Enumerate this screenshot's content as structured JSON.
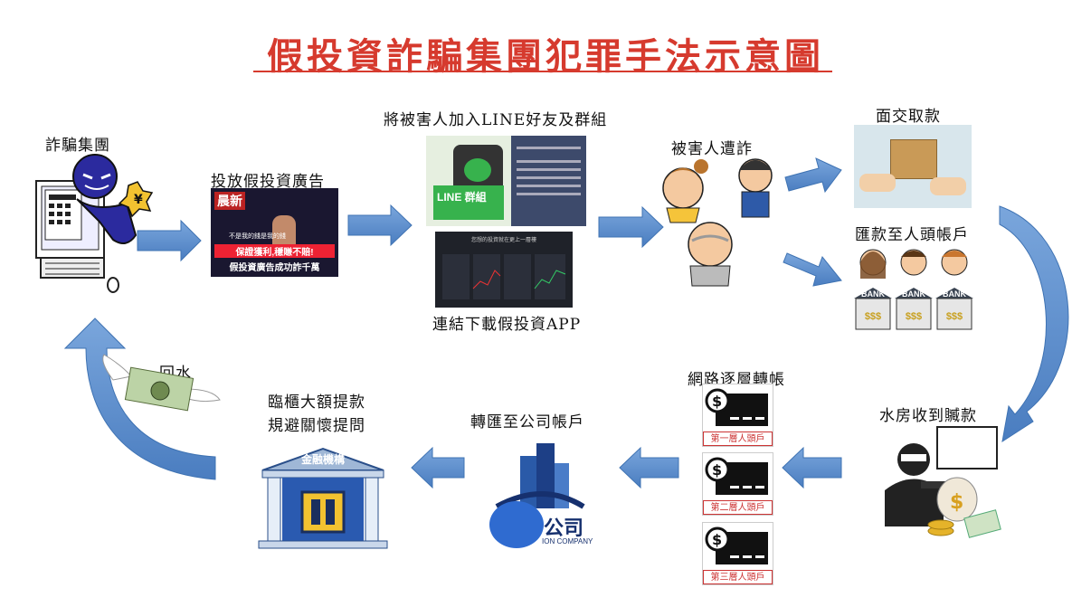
{
  "title": "假投資詐騙集團犯罪手法示意圖",
  "nodes": {
    "gang": "詐騙集團",
    "fake_ad": "投放假投資廣告",
    "add_line": "將被害人加入LINE好友及群組",
    "download_app": "連結下載假投資APP",
    "victims": "被害人遭詐",
    "cash_handover": "面交取款",
    "mule_account": "匯款至人頭帳戶",
    "water_house": "水房收到贓款",
    "layered_transfer": "網路逐層轉帳",
    "company_transfer": "轉匯至公司帳戶",
    "counter_withdraw_1": "臨櫃大額提款",
    "counter_withdraw_2": "規避關懷提問",
    "money_return": "回水"
  },
  "ad_image": {
    "brand": "晨新",
    "headline_1": "保證獲利,穩賺不賠!",
    "headline_2": "假投資廣告成功詐千萬",
    "small_text": "不是我的錢是我的錢"
  },
  "line_image": {
    "logo": "LINE",
    "group_label": "LINE 群組"
  },
  "app_image": {
    "header": "您想的投資就在更上一層樓"
  },
  "bank_label": "BANK",
  "bank_money": "$$$",
  "finance_building": "金融機構",
  "company_logo": "公司",
  "company_sub": "ION COMPANY",
  "card_labels": [
    "第一層人頭戶",
    "第二層人頭戶",
    "第三層人頭戶"
  ],
  "colors": {
    "title": "#d63a2e",
    "arrow": "#5a8fce",
    "arrow_dark": "#3f73b3"
  }
}
